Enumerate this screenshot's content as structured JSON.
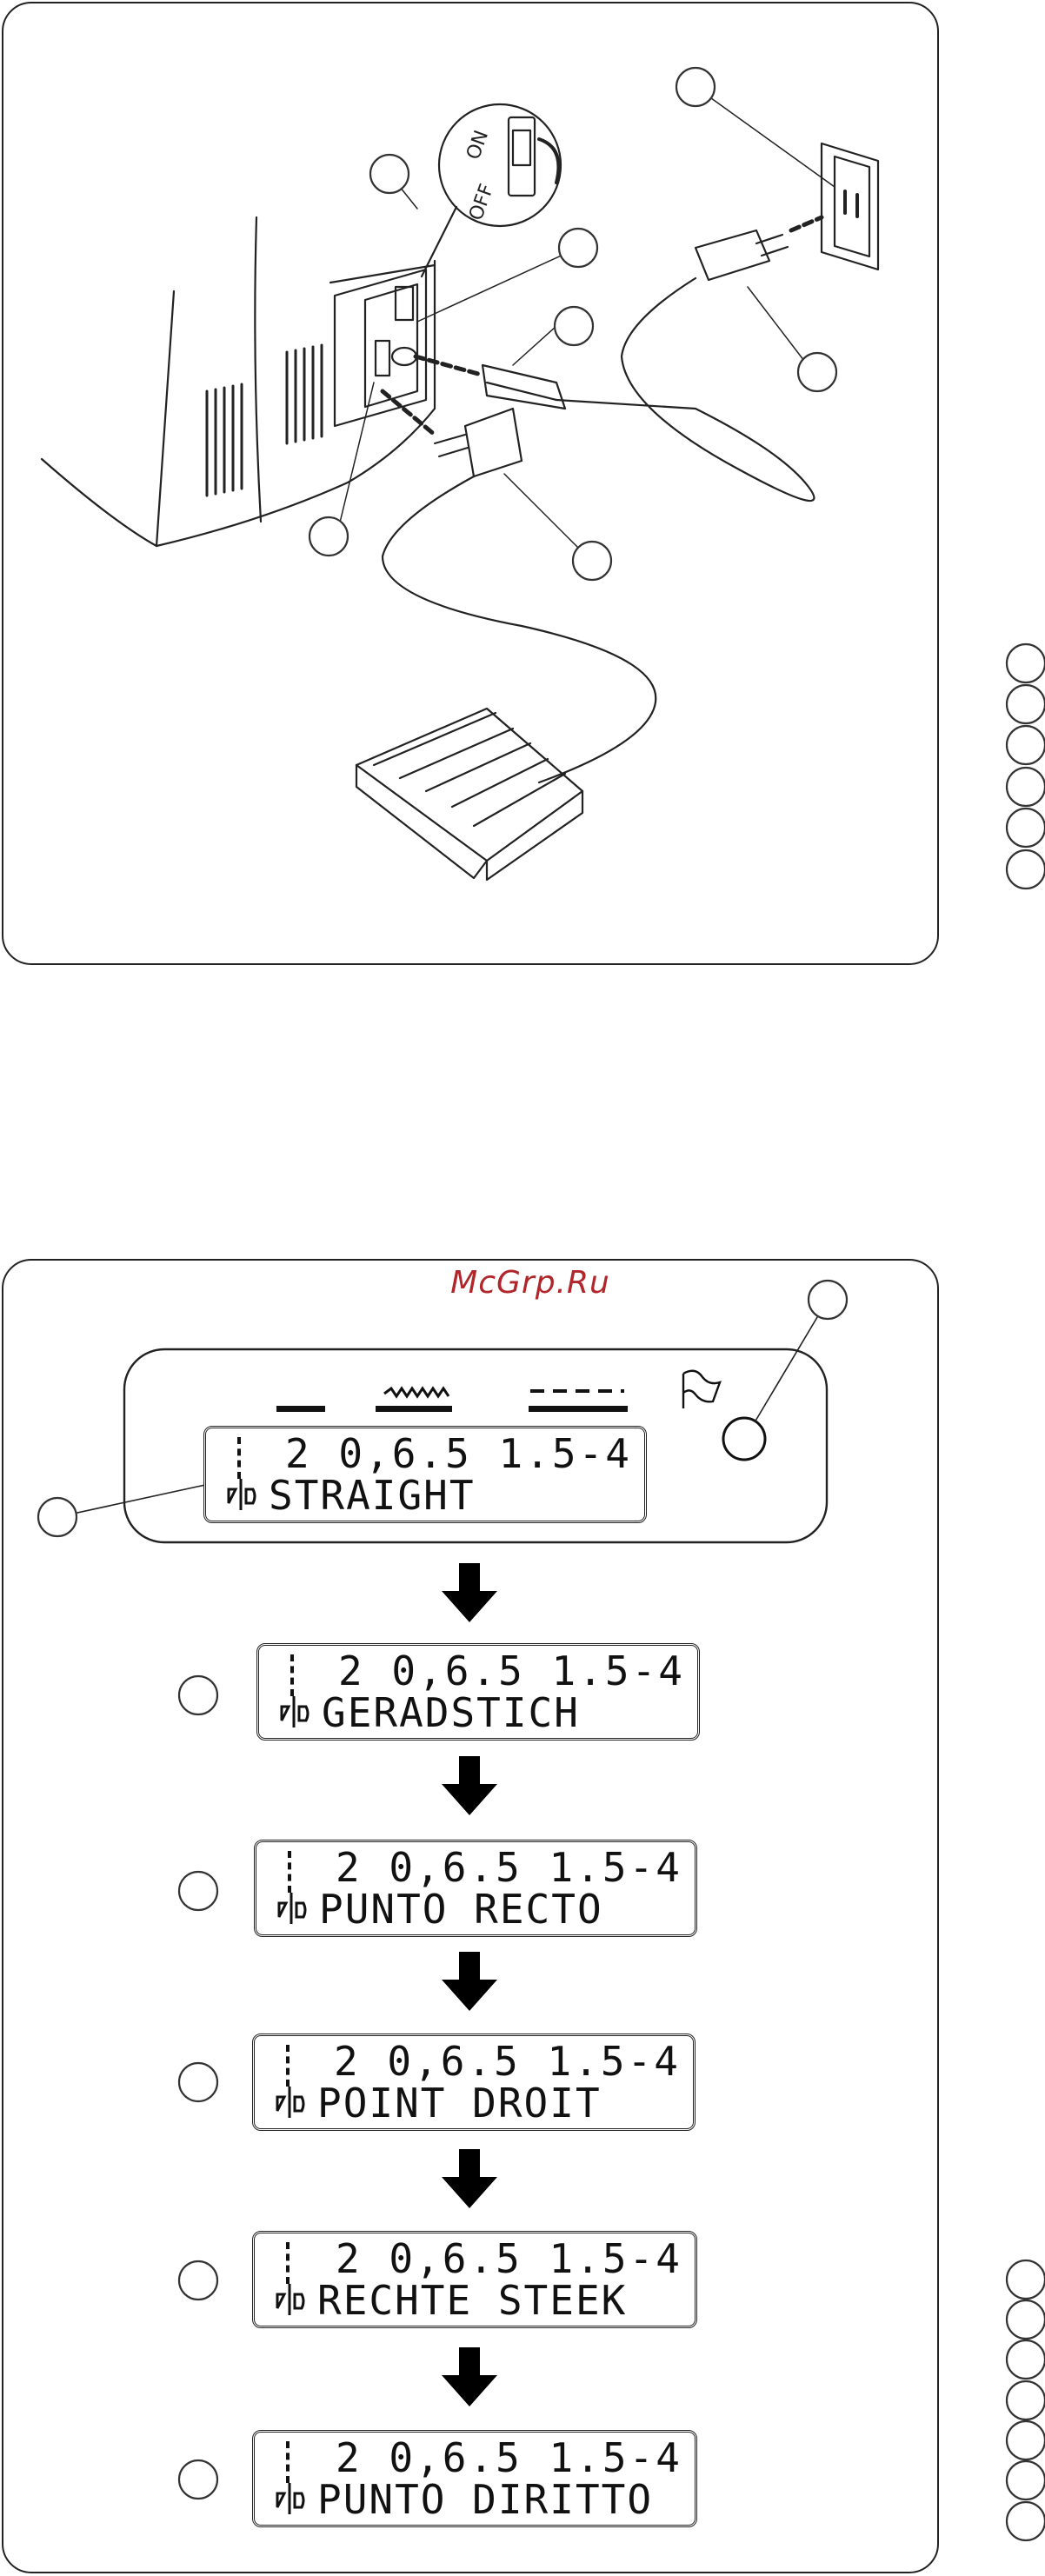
{
  "watermark": "McGrp.Ru",
  "power_diagram": {
    "switch_on": "ON",
    "switch_off": "OFF"
  },
  "stitch_display": {
    "settings": "2 0,6.5 1.5-4",
    "languages": [
      "STRAIGHT",
      "GERADSTICH",
      "PUNTO RECTO",
      "POINT DROIT",
      "RECHTE STEEK",
      "PUNTO DIRITTO"
    ]
  }
}
